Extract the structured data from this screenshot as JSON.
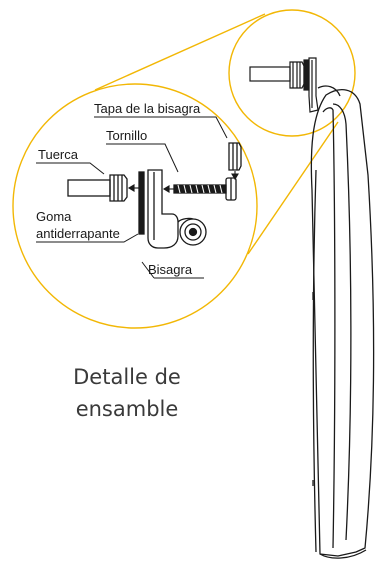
{
  "labels": {
    "tapa": "Tapa de la bisagra",
    "tornillo": "Tornillo",
    "tuerca": "Tuerca",
    "goma_line1": "Goma",
    "goma_line2": "antiderrapante",
    "bisagra": "Bisagra"
  },
  "caption": {
    "line1": "Detalle de",
    "line2": "ensamble"
  },
  "colors": {
    "callout_circle": "#f2b705",
    "line_art": "#1a1a1a"
  }
}
